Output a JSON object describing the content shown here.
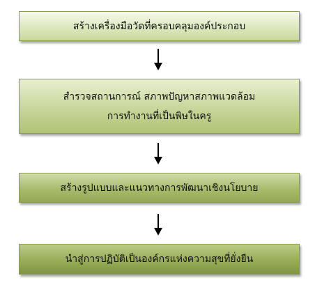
{
  "flowchart": {
    "steps": [
      {
        "lines": [
          "สร้างเครื่องมือวัดที่ครอบคลุมองค์ประกอบ"
        ]
      },
      {
        "lines": [
          "สำรวจสถานการณ์ สภาพปัญหาสภาพแวดล้อม",
          "การทำงานที่เป็นพิษในครู"
        ]
      },
      {
        "lines": [
          "สร้างรูปแบบและแนวทางการพัฒนาเชิงนโยบาย"
        ]
      },
      {
        "lines": [
          "นำสู่การปฏิบัติเป็นองค์กรแห่งความสุขที่ยั่งยืน"
        ]
      }
    ],
    "colors": {
      "step_1": "#dde8be",
      "step_2": "#c7d69a",
      "step_3": "#a8bb6c",
      "step_4": "#97ad58",
      "border": "#8a9c4a",
      "arrow": "#000000"
    }
  }
}
